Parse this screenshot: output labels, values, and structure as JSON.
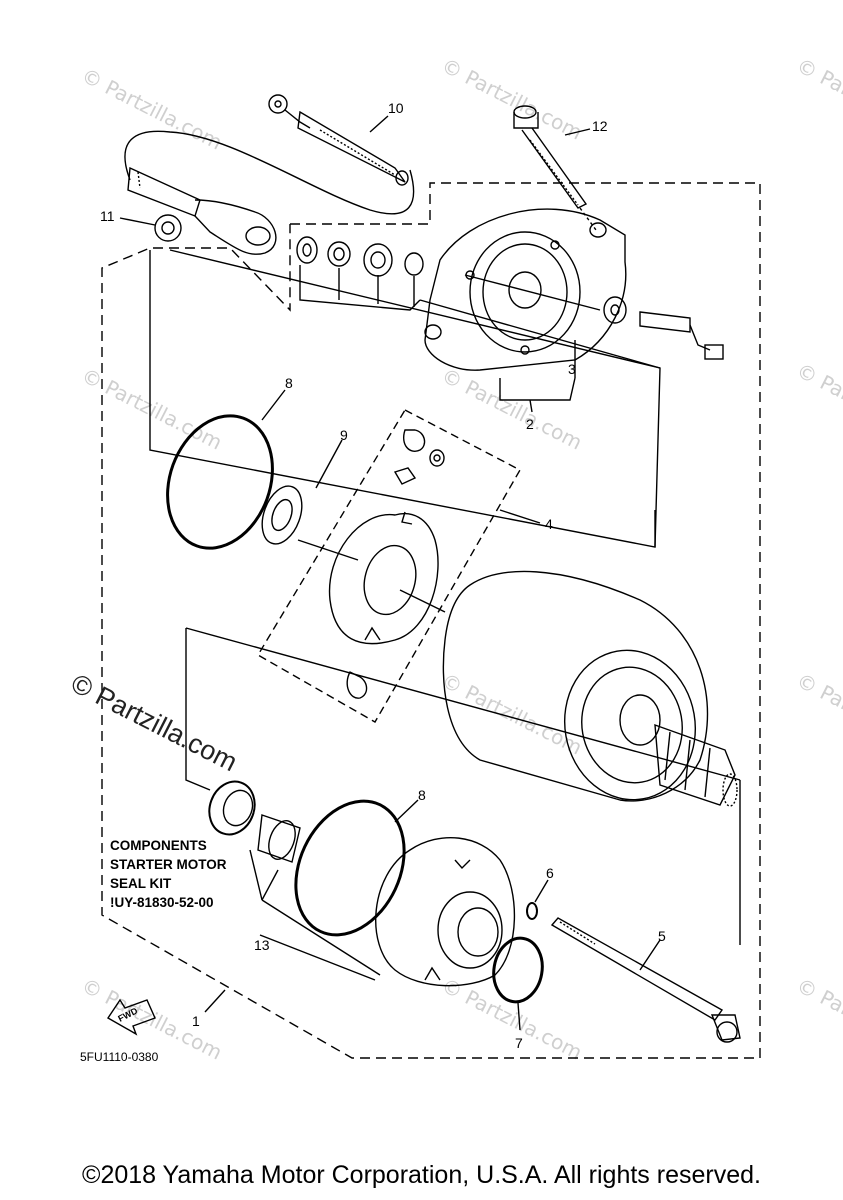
{
  "callouts": [
    "1",
    "2",
    "3",
    "4",
    "5",
    "6",
    "7",
    "8",
    "8",
    "9",
    "10",
    "11",
    "12",
    "13"
  ],
  "kit": {
    "line1": "COMPONENTS",
    "line2": "STARTER MOTOR",
    "line3": "SEAL KIT",
    "line4": "!UY-81830-52-00"
  },
  "fwd_label": "FWD",
  "diagram_code": "5FU1110-0380",
  "watermark": "© Partzilla.com",
  "watermark_small": "© Partzilla.com",
  "copyright": "©2018 Yamaha Motor Corporation, U.S.A. All rights reserved."
}
